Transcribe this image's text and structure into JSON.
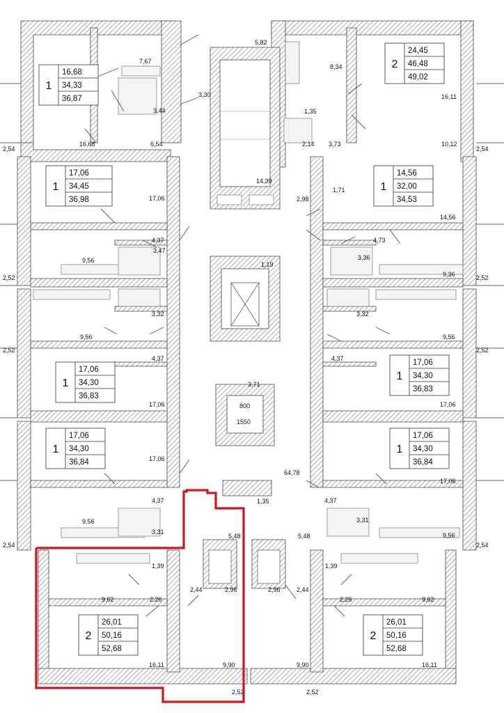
{
  "apartments": [
    {
      "id": "apt-nw-top",
      "rooms": "1",
      "areas": [
        "16,68",
        "34,33",
        "36,87"
      ]
    },
    {
      "id": "apt-ne-top",
      "rooms": "2",
      "areas": [
        "24,45",
        "46,48",
        "49,02"
      ]
    },
    {
      "id": "apt-w-2",
      "rooms": "1",
      "areas": [
        "17,06",
        "34,45",
        "36,98"
      ]
    },
    {
      "id": "apt-e-2",
      "rooms": "1",
      "areas": [
        "14,56",
        "32,00",
        "34,53"
      ]
    },
    {
      "id": "apt-w-3",
      "rooms": "1",
      "areas": [
        "17,06",
        "34,30",
        "36,83"
      ]
    },
    {
      "id": "apt-e-3",
      "rooms": "1",
      "areas": [
        "17,06",
        "34,30",
        "36,83"
      ]
    },
    {
      "id": "apt-w-4",
      "rooms": "1",
      "areas": [
        "17,06",
        "34,30",
        "36,84"
      ]
    },
    {
      "id": "apt-e-4",
      "rooms": "1",
      "areas": [
        "17,06",
        "34,30",
        "36,84"
      ]
    },
    {
      "id": "apt-sw",
      "rooms": "2",
      "areas": [
        "26,01",
        "50,16",
        "52,68"
      ]
    },
    {
      "id": "apt-se",
      "rooms": "2",
      "areas": [
        "26,01",
        "50,16",
        "52,68"
      ]
    }
  ],
  "room_labels": [
    "5,82",
    "7,67",
    "8,34",
    "3,30",
    "3,44",
    "1,35",
    "16,68",
    "6,54",
    "2,14",
    "3,73",
    "10,12",
    "16,11",
    "2,54",
    "2,54",
    "14,39",
    "2,98",
    "1,71",
    "17,06",
    "14,56",
    "4,37",
    "4,73",
    "9,56",
    "3,47",
    "3,36",
    "1,19",
    "9,36",
    "2,52",
    "2,52",
    "3,32",
    "3,32",
    "9,56",
    "9,56",
    "4,37",
    "4,37",
    "2,52",
    "2,52",
    "3,71",
    "17,06",
    "17,06",
    "17,06",
    "64,78",
    "17,06",
    "4,37",
    "1,35",
    "4,37",
    "9,56",
    "3,31",
    "3,31",
    "9,56",
    "2,54",
    "2,54",
    "5,48",
    "5,48",
    "1,39",
    "1,39",
    "9,62",
    "2,26",
    "2,44",
    "2,96",
    "2,96",
    "2,44",
    "2,26",
    "9,62",
    "16,11",
    "9,90",
    "9,90",
    "16,11",
    "2,52",
    "2,52"
  ],
  "lift_labels": [
    "800",
    "1550"
  ],
  "highlight_color": "#d0161b"
}
